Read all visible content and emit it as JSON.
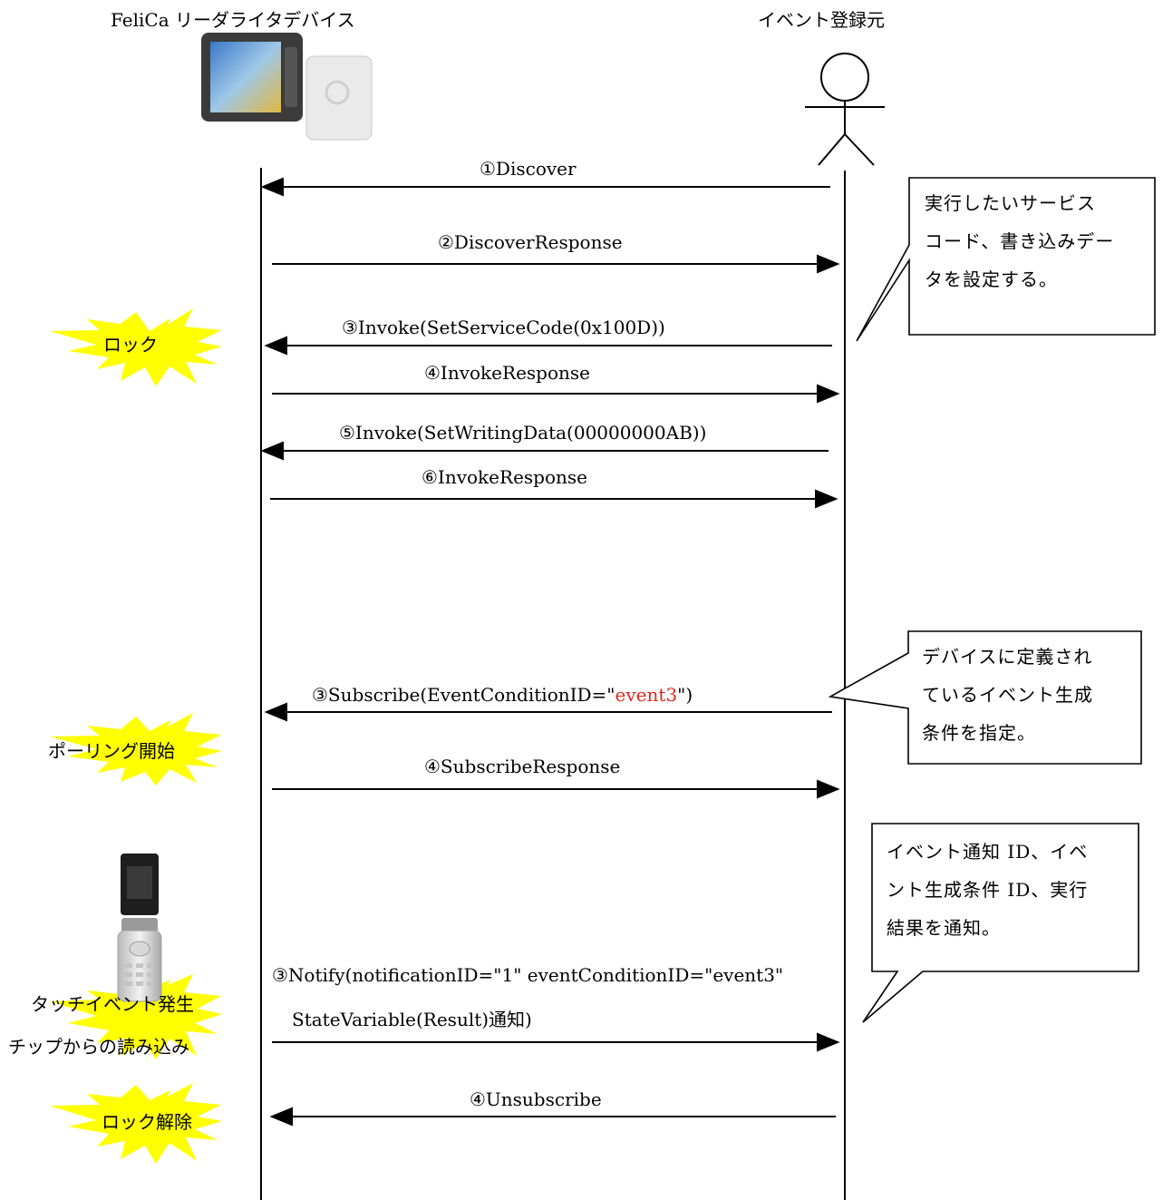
{
  "participants": {
    "device_title": "FeliCa リーダライタデバイス",
    "registrar_title": "イベント登録元"
  },
  "messages": [
    {
      "label": "①Discover",
      "direction": "to-device"
    },
    {
      "label": "②DiscoverResponse",
      "direction": "to-registrar"
    },
    {
      "label": "③Invoke(SetServiceCode(0x100D))",
      "direction": "to-device"
    },
    {
      "label": "④InvokeResponse",
      "direction": "to-registrar"
    },
    {
      "label": "⑤Invoke(SetWritingData(00000000AB))",
      "direction": "to-device"
    },
    {
      "label": "⑥InvokeResponse",
      "direction": "to-registrar"
    },
    {
      "label_before": "③Subscribe(EventConditionID=\"",
      "label_highlight": "event3",
      "label_after": "\")",
      "highlight_color": "#e8231a",
      "direction": "to-device"
    },
    {
      "label": "④SubscribeResponse",
      "direction": "to-registrar"
    },
    {
      "label_line1": "③Notify(notificationID=\"1\" eventConditionID=\"event3\"",
      "label_line2": "StateVariable(Result)通知)",
      "direction": "to-registrar"
    },
    {
      "label": "④Unsubscribe",
      "direction": "to-device"
    }
  ],
  "notes": [
    {
      "lines": [
        "実行したいサービス",
        "コード、書き込みデー",
        "タを設定する。"
      ]
    },
    {
      "lines": [
        "デバイスに定義され",
        "ているイベント生成",
        "条件を指定。"
      ]
    },
    {
      "lines": [
        "イベント通知 ID、イベ",
        "ント生成条件 ID、実行",
        "結果を通知。"
      ]
    }
  ],
  "bursts": [
    {
      "label": "ロック"
    },
    {
      "label": "ポーリング開始"
    },
    {
      "lines": [
        "タッチイベント発生",
        "チップからの読み込み"
      ]
    },
    {
      "label": "ロック解除"
    }
  ],
  "colors": {
    "burst_fill": "#ffff00",
    "line": "#000000",
    "highlight": "#e8231a"
  },
  "icons": {
    "device": "felica-reader-device-image",
    "registrar": "stick-figure-actor",
    "phone": "flip-phone-image"
  }
}
